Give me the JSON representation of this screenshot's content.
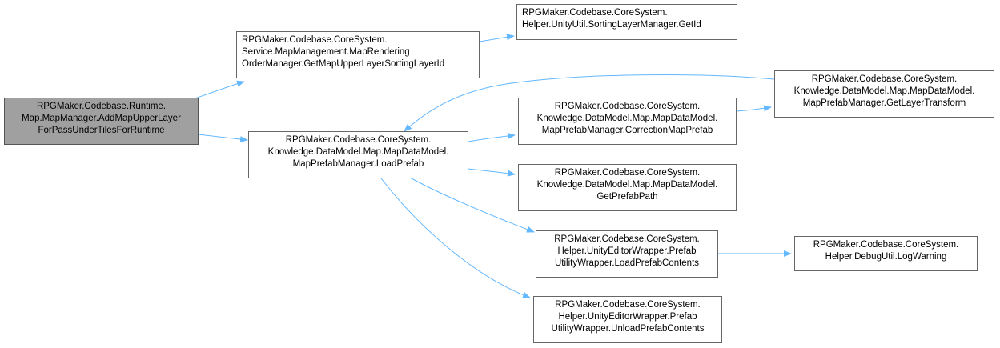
{
  "colors": {
    "edge": "#63b8ff",
    "root_fill": "#a0a0a0",
    "node_border": "#666666"
  },
  "nodes": {
    "root": {
      "lines": [
        "RPGMaker.Codebase.Runtime.",
        "Map.MapManager.AddMapUpperLayer",
        "ForPassUnderTilesForRuntime"
      ]
    },
    "sorting_layer_id": {
      "lines": [
        "RPGMaker.Codebase.CoreSystem.",
        "Service.MapManagement.MapRendering",
        "OrderManager.GetMapUpperLayerSortingLayerId"
      ]
    },
    "get_id": {
      "lines": [
        "RPGMaker.Codebase.CoreSystem.",
        "Helper.UnityUtil.SortingLayerManager.GetId"
      ]
    },
    "load_prefab": {
      "lines": [
        "RPGMaker.Codebase.CoreSystem.",
        "Knowledge.DataModel.Map.MapDataModel.",
        "MapPrefabManager.LoadPrefab"
      ]
    },
    "get_layer_transform": {
      "lines": [
        "RPGMaker.Codebase.CoreSystem.",
        "Knowledge.DataModel.Map.MapDataModel.",
        "MapPrefabManager.GetLayerTransform"
      ]
    },
    "correction_map_prefab": {
      "lines": [
        "RPGMaker.Codebase.CoreSystem.",
        "Knowledge.DataModel.Map.MapDataModel.",
        "MapPrefabManager.CorrectionMapPrefab"
      ]
    },
    "get_prefab_path": {
      "lines": [
        "RPGMaker.Codebase.CoreSystem.",
        "Knowledge.DataModel.Map.MapDataModel.",
        "GetPrefabPath"
      ]
    },
    "load_prefab_contents": {
      "lines": [
        "RPGMaker.Codebase.CoreSystem.",
        "Helper.UnityEditorWrapper.Prefab",
        "UtilityWrapper.LoadPrefabContents"
      ]
    },
    "log_warning": {
      "lines": [
        "RPGMaker.Codebase.CoreSystem.",
        "Helper.DebugUtil.LogWarning"
      ]
    },
    "unload_prefab_contents": {
      "lines": [
        "RPGMaker.Codebase.CoreSystem.",
        "Helper.UnityEditorWrapper.Prefab",
        "UtilityWrapper.UnloadPrefabContents"
      ]
    }
  }
}
